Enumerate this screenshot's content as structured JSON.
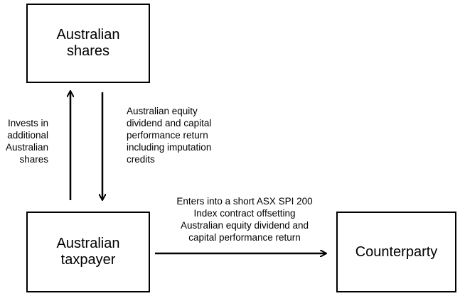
{
  "nodes": {
    "shares": {
      "line1": "Australian",
      "line2": "shares"
    },
    "taxpayer": {
      "line1": "Australian",
      "line2": "taxpayer"
    },
    "counterparty": {
      "label": "Counterparty"
    }
  },
  "edges": {
    "invests": {
      "label": "Invests in\nadditional\nAustralian\nshares"
    },
    "return": {
      "label": "Australian equity\ndividend and capital\nperformance return\nincluding imputation\ncredits"
    },
    "short_contract": {
      "label": "Enters into a short ASX SPI 200\nIndex contract offsetting\nAustralian equity dividend and\ncapital performance return"
    }
  }
}
